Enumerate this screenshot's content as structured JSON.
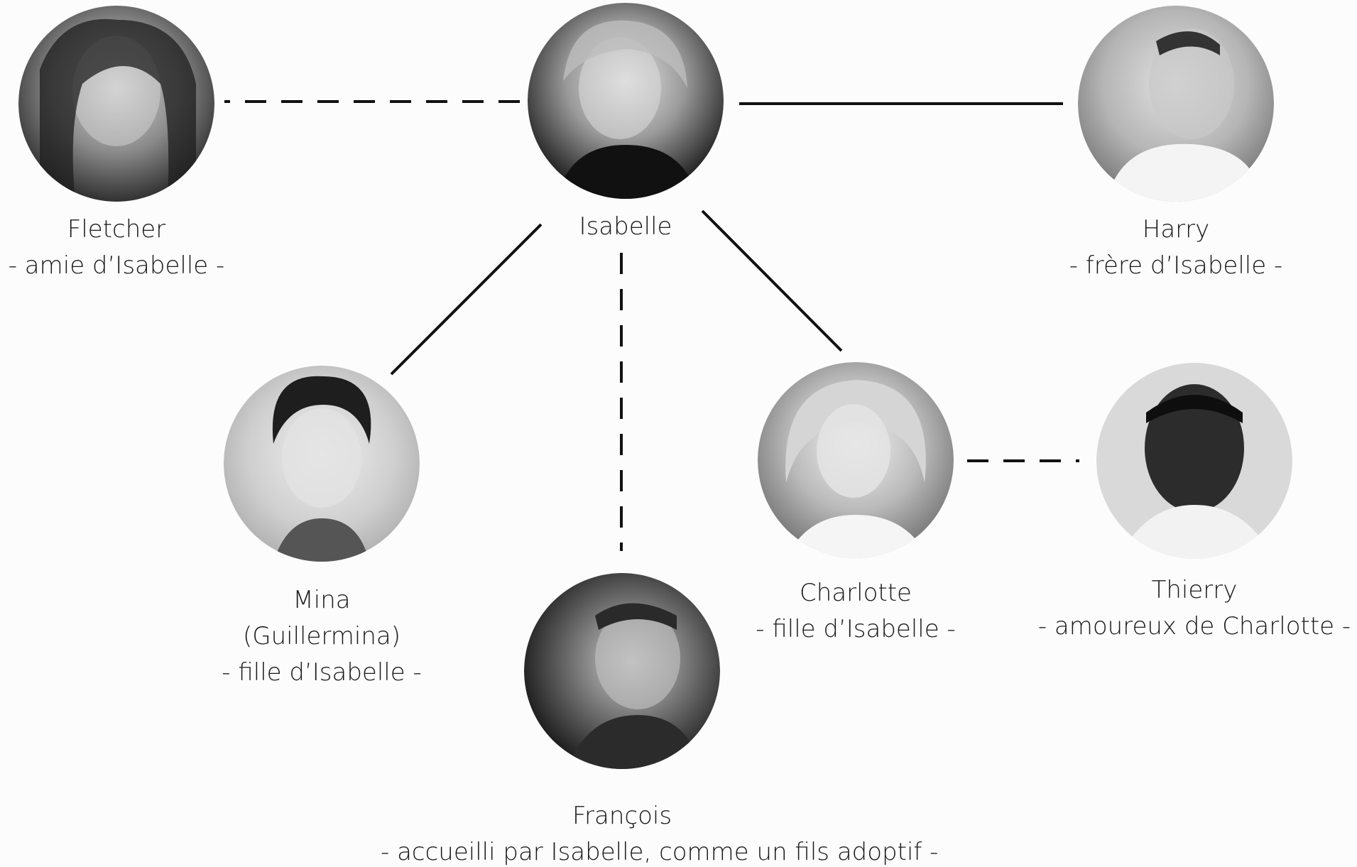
{
  "people": [
    {
      "id": "fletcher",
      "name": "Fletcher",
      "sub": "",
      "role": "- amie d’Isabelle -"
    },
    {
      "id": "isabelle",
      "name": "Isabelle",
      "sub": "",
      "role": ""
    },
    {
      "id": "harry",
      "name": "Harry",
      "sub": "",
      "role": "- frère d’Isabelle -"
    },
    {
      "id": "mina",
      "name": "Mina",
      "sub": "(Guillermina)",
      "role": "- fille d’Isabelle -"
    },
    {
      "id": "francois",
      "name": "François",
      "sub": "",
      "role": "- accueilli par Isabelle, comme un fils adoptif -"
    },
    {
      "id": "charlotte",
      "name": "Charlotte",
      "sub": "",
      "role": "- fille d’Isabelle -"
    },
    {
      "id": "thierry",
      "name": "Thierry",
      "sub": "",
      "role": "- amoureux de Charlotte -"
    }
  ],
  "links": [
    {
      "from": "isabelle",
      "to": "fletcher",
      "style": "dashed"
    },
    {
      "from": "isabelle",
      "to": "harry",
      "style": "solid"
    },
    {
      "from": "isabelle",
      "to": "mina",
      "style": "solid"
    },
    {
      "from": "isabelle",
      "to": "francois",
      "style": "dashed"
    },
    {
      "from": "isabelle",
      "to": "charlotte",
      "style": "solid"
    },
    {
      "from": "charlotte",
      "to": "thierry",
      "style": "dashed"
    }
  ],
  "colors": {
    "line": "#111111",
    "text": "#1a1a1a",
    "background": "#fcfcfc"
  }
}
